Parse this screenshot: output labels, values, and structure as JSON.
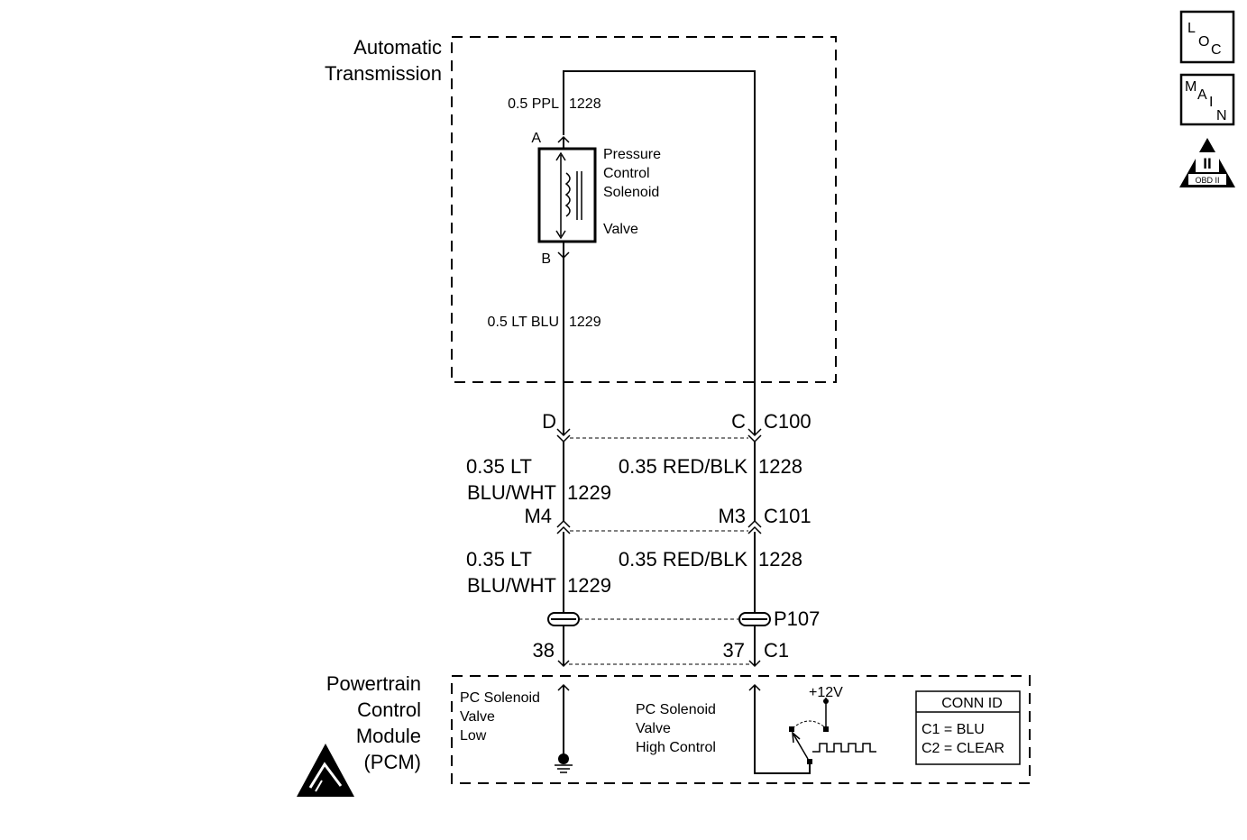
{
  "components": {
    "transmission": {
      "line1": "Automatic",
      "line2": "Transmission"
    },
    "solenoid": {
      "line1": "Pressure",
      "line2": "Control",
      "line3": "Solenoid",
      "line4": "Valve"
    },
    "pcm": {
      "line1": "Powertrain",
      "line2": "Control",
      "line3": "Module",
      "line4": "(PCM)"
    }
  },
  "terminals": {
    "a": "A",
    "b": "B",
    "d": "D",
    "c": "C",
    "m4": "M4",
    "m3": "M3",
    "t38": "38",
    "t37": "37"
  },
  "connectors": {
    "c100": "C100",
    "c101": "C101",
    "p107": "P107",
    "c1": "C1"
  },
  "wires": {
    "ppl": {
      "size_color": "0.5 PPL",
      "circuit": "1228"
    },
    "ltblu": {
      "size_color": "0.5 LT BLU",
      "circuit": "1229"
    },
    "left_upper": {
      "line1": "0.35 LT",
      "line2": "BLU/WHT",
      "circuit": "1229"
    },
    "right_upper": {
      "size_color": "0.35 RED/BLK",
      "circuit": "1228"
    },
    "left_lower": {
      "line1": "0.35 LT",
      "line2": "BLU/WHT",
      "circuit": "1229"
    },
    "right_lower": {
      "size_color": "0.35 RED/BLK",
      "circuit": "1228"
    }
  },
  "pcm_circuits": {
    "low": {
      "line1": "PC Solenoid",
      "line2": "Valve",
      "line3": "Low"
    },
    "high": {
      "line1": "PC Solenoid",
      "line2": "Valve",
      "line3": "High Control"
    },
    "voltage": "+12V"
  },
  "conn_id": {
    "title": "CONN ID",
    "row1": "C1 = BLU",
    "row2": "C2 = CLEAR"
  },
  "side_icons": {
    "loc": {
      "l": "L",
      "o": "O",
      "c": "C"
    },
    "main": {
      "m": "M",
      "a": "A",
      "i": "I",
      "n": "N"
    },
    "obd": {
      "numeral": "II",
      "label": "OBD II"
    }
  }
}
